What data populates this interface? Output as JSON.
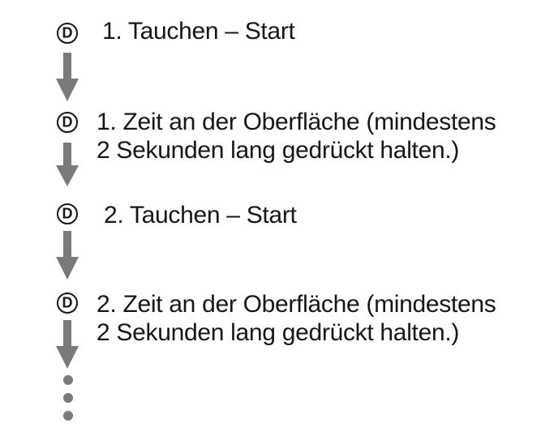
{
  "flow": {
    "icon_letter": "D",
    "steps": [
      {
        "label_lines": [
          "1. Tauchen – Start"
        ]
      },
      {
        "label_lines": [
          "1. Zeit an der Oberfläche (mindestens",
          "2 Sekunden lang gedrückt halten.)"
        ]
      },
      {
        "label_lines": [
          "2. Tauchen – Start"
        ]
      },
      {
        "label_lines": [
          "2. Zeit an der Oberfläche (mindestens",
          "2 Sekunden lang gedrückt halten.)"
        ]
      }
    ],
    "continuation_dots": 3,
    "colors": {
      "arrow": "#7a7a7a",
      "text": "#161616",
      "background": "#ffffff"
    }
  }
}
